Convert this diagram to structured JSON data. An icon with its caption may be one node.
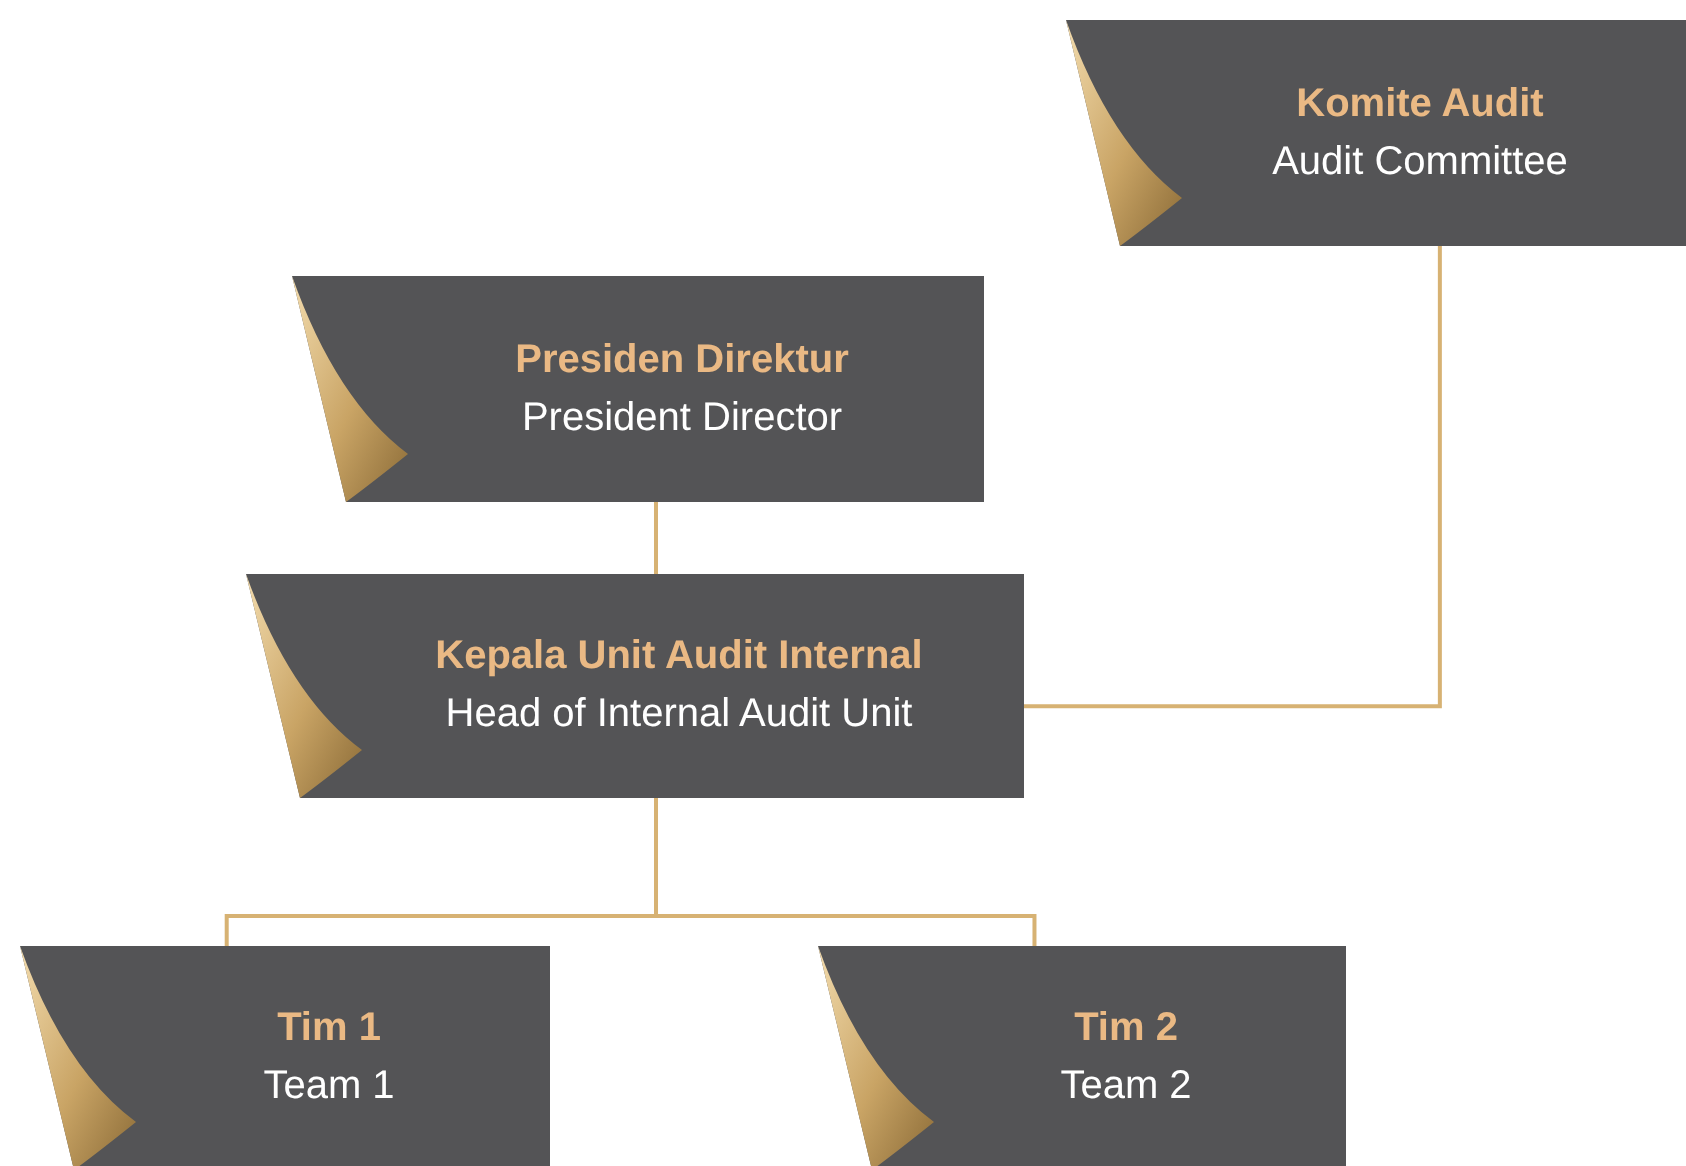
{
  "diagram": {
    "nodes": [
      {
        "text": [
          "Komite Audit",
          "Audit Committee"
        ]
      },
      {
        "text": [
          "Presiden Direktur",
          "President Director"
        ]
      },
      {
        "text": [
          "Kepala Unit Audit Internal",
          "Head of Internal Audit Unit"
        ]
      },
      {
        "text": [
          "Tim 1",
          "Team 1"
        ]
      },
      {
        "text": [
          "Tim 2",
          "Team 2"
        ]
      }
    ],
    "edges": [
      {
        "from": 1,
        "to": 2,
        "arrow": "none"
      },
      {
        "from": 0,
        "to": 2,
        "arrow": "none"
      },
      {
        "from": 2,
        "to": 3,
        "arrow": "none"
      },
      {
        "from": 2,
        "to": 4,
        "arrow": "none"
      }
    ]
  }
}
